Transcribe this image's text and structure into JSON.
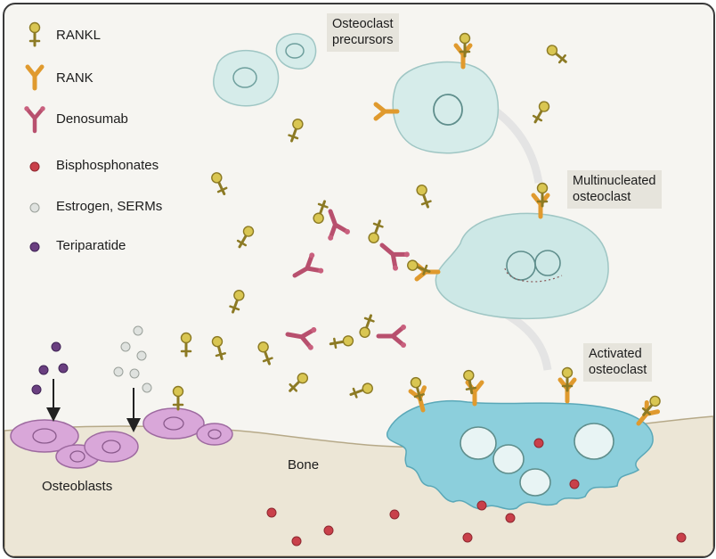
{
  "legend": {
    "items": [
      {
        "label": "RANKL",
        "icon": "rankl-icon"
      },
      {
        "label": "RANK",
        "icon": "rank-receptor-icon"
      },
      {
        "label": "Denosumab",
        "icon": "denosumab-antibody-icon"
      },
      {
        "label": "Bisphosphonates",
        "icon": "red-dot-icon",
        "color": "#c9404a"
      },
      {
        "label": "Estrogen, SERMs",
        "icon": "grey-dot-icon",
        "color": "#c8ccc8"
      },
      {
        "label": "Teriparatide",
        "icon": "purple-dot-icon",
        "color": "#6a3f80"
      }
    ]
  },
  "labels": {
    "precursors_line1": "Osteoclast",
    "precursors_line2": "precursors",
    "multinucleated_line1": "Multinucleated",
    "multinucleated_line2": "osteoclast",
    "activated_line1": "Activated",
    "activated_line2": "osteoclast",
    "osteoblasts": "Osteoblasts",
    "bone": "Bone"
  },
  "colors": {
    "rankl": "#b9a43a",
    "rank": "#e09a2e",
    "denosumab": "#b8506e",
    "bisphosphonate": "#c9404a",
    "estrogen": "#c8ccc8",
    "teriparatide": "#6a3f80",
    "osteoclast_fill": "#d6ecea",
    "activated_fill": "#8ccfdc",
    "osteoblast_fill": "#d9a7d9"
  }
}
